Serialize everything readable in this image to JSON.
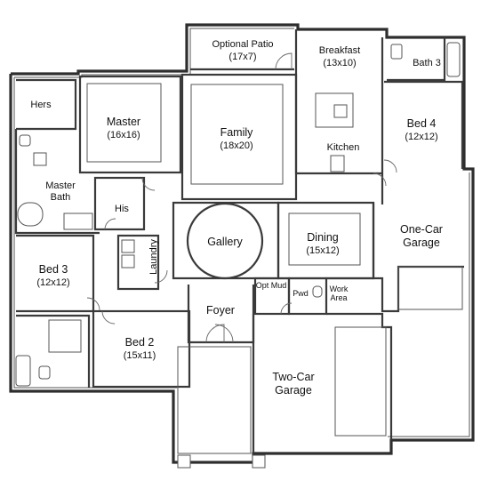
{
  "rooms": {
    "optional_patio": {
      "name": "Optional Patio",
      "size": "(17x7)"
    },
    "breakfast": {
      "name": "Breakfast",
      "size": "(13x10)"
    },
    "bath3": {
      "name": "Bath 3"
    },
    "hers": {
      "name": "Hers"
    },
    "master": {
      "name": "Master",
      "size": "(16x16)"
    },
    "family": {
      "name": "Family",
      "size": "(18x20)"
    },
    "kitchen": {
      "name": "Kitchen"
    },
    "bed4": {
      "name": "Bed 4",
      "size": "(12x12)"
    },
    "master_bath": {
      "name": "Master Bath"
    },
    "his": {
      "name": "His"
    },
    "gallery": {
      "name": "Gallery"
    },
    "dining": {
      "name": "Dining",
      "size": "(15x12)"
    },
    "one_car_garage": {
      "name": "One-Car Garage"
    },
    "laundry": {
      "name": "Laundry"
    },
    "bed3": {
      "name": "Bed 3",
      "size": "(12x12)"
    },
    "opt_mud": {
      "name": "Opt Mud"
    },
    "pwd": {
      "name": "Pwd"
    },
    "work_area": {
      "name": "Work Area"
    },
    "foyer": {
      "name": "Foyer"
    },
    "bed2": {
      "name": "Bed 2",
      "size": "(15x11)"
    },
    "two_car_garage": {
      "name": "Two-Car Garage"
    }
  }
}
